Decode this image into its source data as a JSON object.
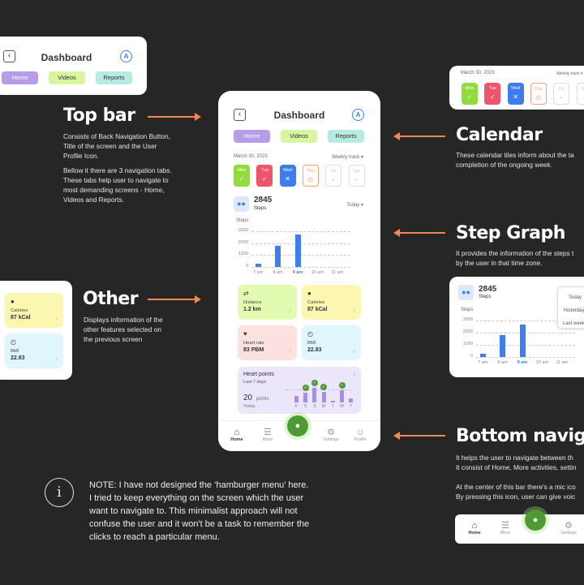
{
  "colors": {
    "background": "#262626",
    "accent": "#f08a55",
    "primary": "#3d7ef5",
    "mic": "#4e9a34"
  },
  "topbar_preview": {
    "title": "Dashboard",
    "avatar": "A",
    "tabs": [
      "Home",
      "Videos",
      "Reports"
    ]
  },
  "sections": {
    "topbar": {
      "heading": "Top bar",
      "desc1": [
        "Consists of Back Navigation Button,",
        "Title of the screen and the User",
        "Profile Icon."
      ],
      "desc2": [
        "Bellow it there are 3 navigation tabs.",
        "These tabs help user to navigate to",
        "most demanding screens - Home,",
        "Videos and Reports."
      ]
    },
    "calendar": {
      "heading": "Calendar",
      "desc": [
        "These calendar tiles inform about the ta",
        "completion of the ongoing week."
      ]
    },
    "stepgraph": {
      "heading": "Step Graph",
      "desc": [
        "It provides the information of the steps t",
        "by the user in that time zone."
      ]
    },
    "other": {
      "heading": "Other",
      "desc": [
        "Displays information of the",
        "other features selected on",
        "the previous screen"
      ]
    },
    "bottomnav": {
      "heading": "Bottom naviga",
      "desc1": [
        "It helps the user to navigate between th",
        "It consist of Home, More activities, settin"
      ],
      "desc2": [
        "At the center of this bar there's a mic ico",
        "By pressing this icon, user can give voic"
      ]
    }
  },
  "note": [
    "NOTE: I have not designed the ‘hamburger menu’ here.",
    "I tried to keep everything on the screen which the user",
    "want to navigate to. This minimalist approach will not",
    "confuse the user and it won't be a task to remember the",
    "clicks to reach a particular menu."
  ],
  "phone": {
    "title": "Dashboard",
    "avatar": "A",
    "back_icon": "chevron-left-icon",
    "tabs": [
      "Home",
      "Videos",
      "Reports"
    ],
    "date": "March 30, 2023",
    "track": "Weekly track ▾",
    "days": [
      {
        "label": "Mon",
        "status": "done",
        "mark": "✓",
        "color": "#8fdc3c"
      },
      {
        "label": "Tue",
        "status": "done",
        "mark": "✓",
        "color": "#f0546a"
      },
      {
        "label": "Wed",
        "status": "missed",
        "mark": "✕",
        "color": "#3c7cf0"
      },
      {
        "label": "Thu",
        "status": "today",
        "mark": "⊙",
        "color": "#f4a07a"
      },
      {
        "label": "Fri",
        "status": "upcoming",
        "mark": "•",
        "color": "#dddddd"
      },
      {
        "label": "Sat",
        "status": "upcoming",
        "mark": "•",
        "color": "#dddddd"
      }
    ],
    "steps": {
      "count": "2845",
      "label": "Steps",
      "period": "Today ▾"
    },
    "metrics": [
      {
        "icon": "route-icon",
        "label": "Distance",
        "value": "1.2 km",
        "color": "#e3fbb0"
      },
      {
        "icon": "flame-icon",
        "label": "Calories",
        "value": "87 kCal",
        "color": "#fbf7b0"
      },
      {
        "icon": "heart-icon",
        "label": "Heart rate",
        "value": "83 PBM",
        "color": "#fde0e0"
      },
      {
        "icon": "gauge-icon",
        "label": "BMI",
        "value": "22.83",
        "color": "#dff6fd"
      }
    ],
    "heart_points": {
      "title": "Heart points",
      "subtitle": "Last 7 days",
      "value": "20",
      "unit": "points",
      "today": "Today",
      "days": [
        "F",
        "S",
        "S",
        "M",
        "T",
        "W",
        "T"
      ],
      "values": [
        9,
        13,
        20,
        15,
        2,
        17,
        6
      ],
      "achieved": [
        false,
        true,
        true,
        true,
        false,
        true,
        false
      ]
    },
    "nav": [
      {
        "label": "Home",
        "icon": "home-icon",
        "glyph": "⌂"
      },
      {
        "label": "More",
        "icon": "menu-icon",
        "glyph": "☰"
      },
      {
        "label": "Settings",
        "icon": "gear-icon",
        "glyph": "⚙"
      },
      {
        "label": "Profile",
        "icon": "person-icon",
        "glyph": "☺"
      }
    ],
    "mic_icon": "🎙"
  },
  "step_dropdown": {
    "options": [
      "Today",
      "Yesterday",
      "Last week"
    ]
  },
  "chart_data": {
    "type": "bar",
    "ylabel": "Steps",
    "categories": [
      "7 am",
      "8 am",
      "9 am",
      "10 am",
      "11 am"
    ],
    "values": [
      250,
      1800,
      2700,
      0,
      0
    ],
    "selected": "9 am",
    "ylim": [
      0,
      3000
    ],
    "yticks": [
      "3000",
      "2000",
      "1000",
      "0"
    ],
    "grid": true
  }
}
